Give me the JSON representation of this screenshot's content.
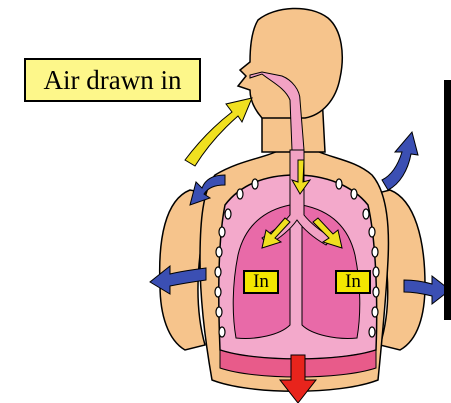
{
  "callout": {
    "text": "Air drawn in"
  },
  "lung_tags": {
    "left": "In",
    "right": "In"
  },
  "colors": {
    "skin": "#f6c48c",
    "skin_outline": "#000000",
    "airway": "#f2a2c4",
    "lung": "#e86aa8",
    "lung_light": "#f3a9cb",
    "diaphragm": "#e85b8a",
    "yellow_arrow": "#f0e020",
    "blue_arrow": "#3b4fb3",
    "red_arrow": "#e8241c",
    "label_fill": "#fdf78a",
    "tag_fill": "#f3e600"
  },
  "icons": [
    "yellow-arrow-icon",
    "blue-arrow-icon",
    "red-down-arrow-icon",
    "rib-dots-icon"
  ]
}
